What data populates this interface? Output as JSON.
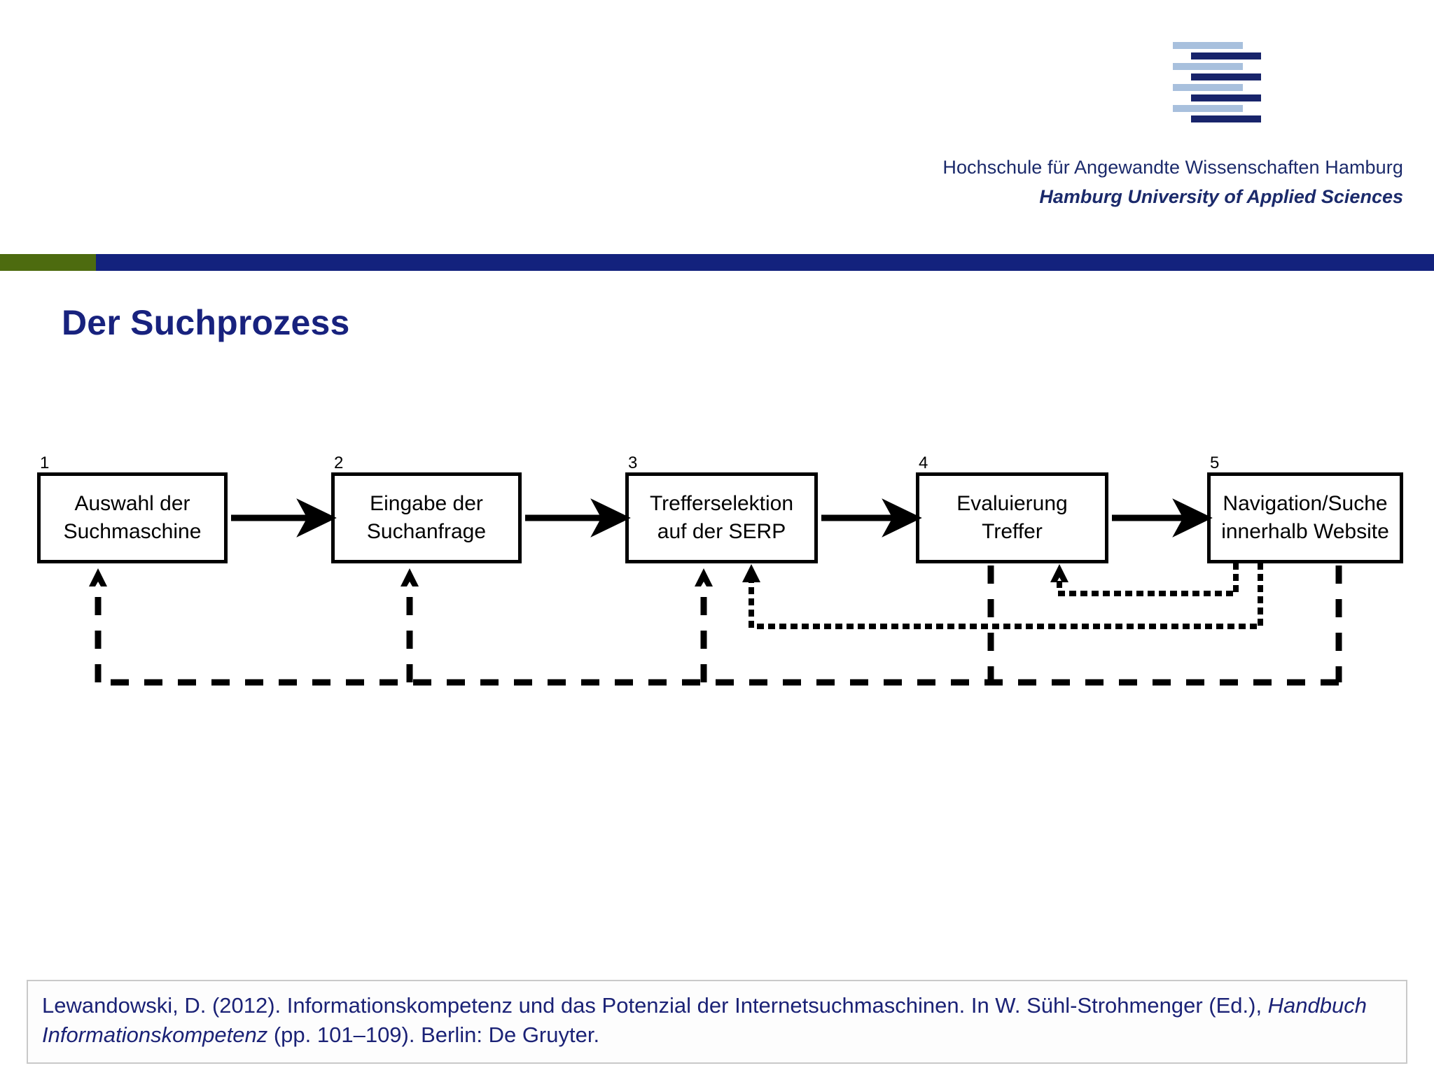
{
  "header": {
    "logo_name": "haw-hamburg-bars-logo",
    "institution_de": "Hochschule für Angewandte Wissenschaften Hamburg",
    "institution_en": "Hamburg University of Applied Sciences",
    "accent_green": "#4d6b0f",
    "accent_navy": "#13227d",
    "logo_light_blue": "#a8c0dd",
    "logo_dark_blue": "#18246b"
  },
  "slide": {
    "title": "Der Suchprozess",
    "title_color": "#18227e"
  },
  "diagram": {
    "type": "flowchart",
    "steps": [
      {
        "number": "1",
        "line1": "Auswahl der",
        "line2": "Suchmaschine"
      },
      {
        "number": "2",
        "line1": "Eingabe der",
        "line2": "Suchanfrage"
      },
      {
        "number": "3",
        "line1": "Trefferselektion",
        "line2": "auf der SERP"
      },
      {
        "number": "4",
        "line1": "Evaluierung",
        "line2": "Treffer"
      },
      {
        "number": "5",
        "line1": "Navigation/Suche",
        "line2": "innerhalb Website"
      }
    ],
    "forward_connectors": [
      {
        "from": "1",
        "to": "2",
        "style": "solid-arrow"
      },
      {
        "from": "2",
        "to": "3",
        "style": "solid-arrow"
      },
      {
        "from": "3",
        "to": "4",
        "style": "solid-arrow"
      },
      {
        "from": "4",
        "to": "5",
        "style": "solid-arrow"
      }
    ],
    "feedback_connectors": [
      {
        "from": "5",
        "to": "1",
        "style": "dashed",
        "note": "long dashed return path to step 1"
      },
      {
        "from": "5",
        "to": "2",
        "style": "dashed",
        "note": "long dashed return path to step 2"
      },
      {
        "from": "5",
        "to": "3",
        "style": "dashed",
        "note": "long dashed return path to step 3"
      },
      {
        "from": "4",
        "to": "1",
        "style": "dashed",
        "note": "dashed drop from step 4 onto return rail"
      },
      {
        "from": "5",
        "to": "4",
        "style": "dotted",
        "note": "dotted return path to step 4"
      },
      {
        "from": "5",
        "to": "3",
        "style": "dotted",
        "note": "dotted return path to step 3"
      }
    ]
  },
  "citation": {
    "part1": "Lewandowski, D. (2012). Informationskompetenz und das Potenzial der Internetsuchmaschinen. In W. Sühl-Strohmenger (Ed.), ",
    "italic": "Handbuch Informationskompetenz",
    "part2": " (pp. 101–109). Berlin: De Gruyter."
  }
}
